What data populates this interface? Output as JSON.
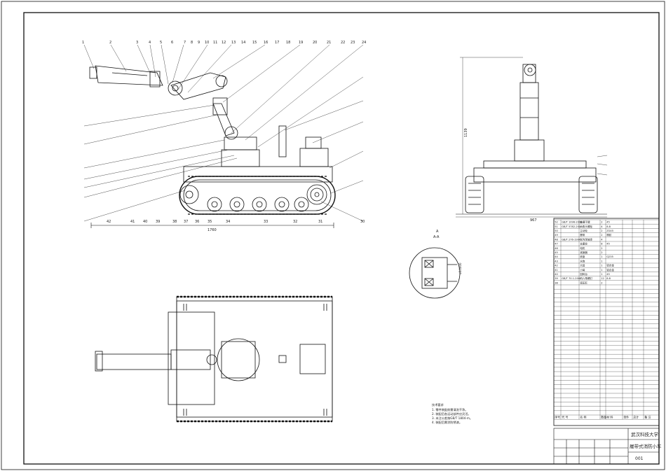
{
  "title_block": {
    "university": "武汉科技大学",
    "drawing_title": "履带式消防小车",
    "drawing_no": "001"
  },
  "dimensions": {
    "overall_length": "1760",
    "overall_width": "967",
    "overall_height": "1139"
  },
  "section_label": "A",
  "section_ratio": "A-A",
  "section_dim": "¢0.0000",
  "bom_header": [
    "序号",
    "代 号",
    "名 称",
    "数量",
    "材 料",
    "单件",
    "总计",
    "备 注"
  ],
  "bom_sample_rows": [
    [
      "52",
      "GB/T 1096-2000",
      "普通平键",
      "2",
      "45",
      "",
      "",
      ""
    ],
    [
      "51",
      "GB/T 5782-2000",
      "六角头螺栓",
      "4",
      "8.8",
      "",
      "",
      ""
    ],
    [
      "50",
      "",
      "主动轮",
      "2",
      "ZG45",
      "",
      "",
      ""
    ],
    [
      "49",
      "",
      "履带",
      "2",
      "橡胶",
      "",
      "",
      ""
    ],
    [
      "48",
      "GB/T 276-1994",
      "深沟球轴承",
      "4",
      "",
      "",
      "",
      ""
    ],
    [
      "47",
      "",
      "支重轮",
      "8",
      "45",
      "",
      "",
      ""
    ],
    [
      "46",
      "",
      "电机",
      "2",
      "",
      "",
      "",
      ""
    ],
    [
      "45",
      "",
      "减速器",
      "2",
      "",
      "",
      "",
      ""
    ],
    [
      "44",
      "",
      "底盘",
      "1",
      "Q235",
      "",
      "",
      ""
    ],
    [
      "43",
      "",
      "水炮",
      "1",
      "",
      "",
      "",
      ""
    ],
    [
      "42",
      "",
      "大臂",
      "1",
      "铝合金",
      "",
      "",
      ""
    ],
    [
      "41",
      "",
      "小臂",
      "1",
      "铝合金",
      "",
      "",
      ""
    ],
    [
      "40",
      "",
      "回转台",
      "1",
      "45",
      "",
      "",
      ""
    ],
    [
      "39",
      "GB/T 70.1-2000",
      "内六角螺钉",
      "12",
      "8.8",
      "",
      "",
      ""
    ],
    [
      "38",
      "",
      "液压缸",
      "2",
      "",
      "",
      "",
      ""
    ]
  ],
  "notes": [
    "技术要求",
    "1. 零件装配前需清洗干净。",
    "2. 装配后各运动部件应灵活。",
    "3. 未注公差按GB/T 1804-m。",
    "4. 装配后需涂防锈漆。"
  ],
  "front_callouts": [
    "1",
    "2",
    "3",
    "4",
    "5",
    "6",
    "7",
    "8",
    "9",
    "10",
    "11",
    "12",
    "13",
    "14",
    "15",
    "16",
    "17",
    "18",
    "19",
    "20",
    "21",
    "22",
    "23",
    "24"
  ],
  "bottom_callouts": [
    "42",
    "41",
    "40",
    "39",
    "38",
    "37",
    "36",
    "35",
    "34",
    "33",
    "32",
    "31",
    "30"
  ],
  "colors": {
    "line": "#111111",
    "paper": "#ffffff"
  }
}
